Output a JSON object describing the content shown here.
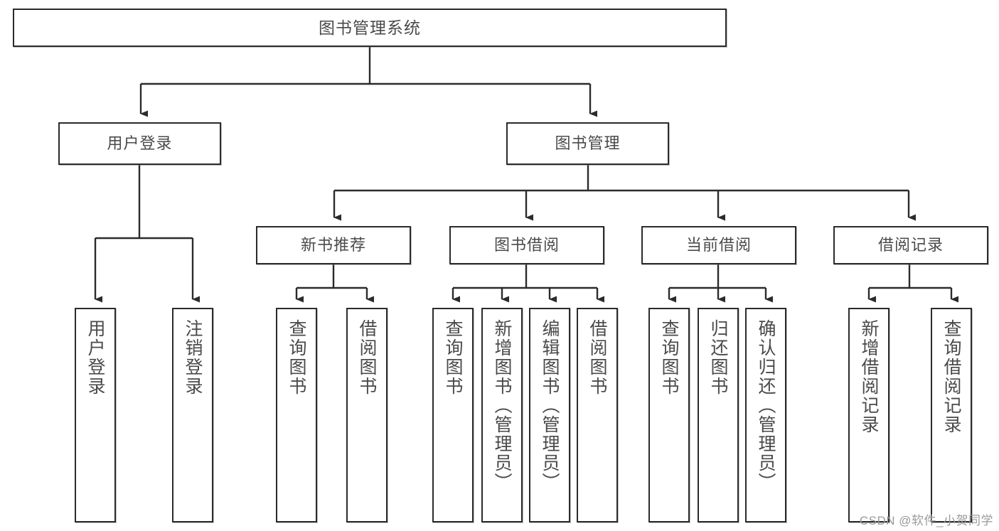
{
  "diagram": {
    "title": "图书管理系统",
    "type": "hierarchy-tree",
    "colors": {
      "box_border": "#2b2b2b",
      "box_fill": "#ffffff",
      "text": "#4a4a4a",
      "connector": "#2b2b2b",
      "watermark": "#9a9a9a"
    },
    "root": {
      "label": "图书管理系统"
    },
    "level1": [
      {
        "label": "用户登录"
      },
      {
        "label": "图书管理"
      }
    ],
    "level2": [
      {
        "label": "新书推荐"
      },
      {
        "label": "图书借阅"
      },
      {
        "label": "当前借阅"
      },
      {
        "label": "借阅记录"
      }
    ],
    "leaves": {
      "user_login": [
        {
          "label": "用户登录"
        },
        {
          "label": "注销登录"
        }
      ],
      "new_book_recommend": [
        {
          "label": "查询图书"
        },
        {
          "label": "借阅图书"
        }
      ],
      "book_borrow": [
        {
          "label": "查询图书"
        },
        {
          "label": "新增图书（管理员）"
        },
        {
          "label": "编辑图书（管理员）"
        },
        {
          "label": "借阅图书"
        }
      ],
      "current_borrow": [
        {
          "label": "查询图书"
        },
        {
          "label": "归还图书"
        },
        {
          "label": "确认归还（管理员）"
        }
      ],
      "borrow_record": [
        {
          "label": "新增借阅记录"
        },
        {
          "label": "查询借阅记录"
        }
      ]
    }
  },
  "watermark": {
    "text": "CSDN @软件_小贺同学"
  }
}
